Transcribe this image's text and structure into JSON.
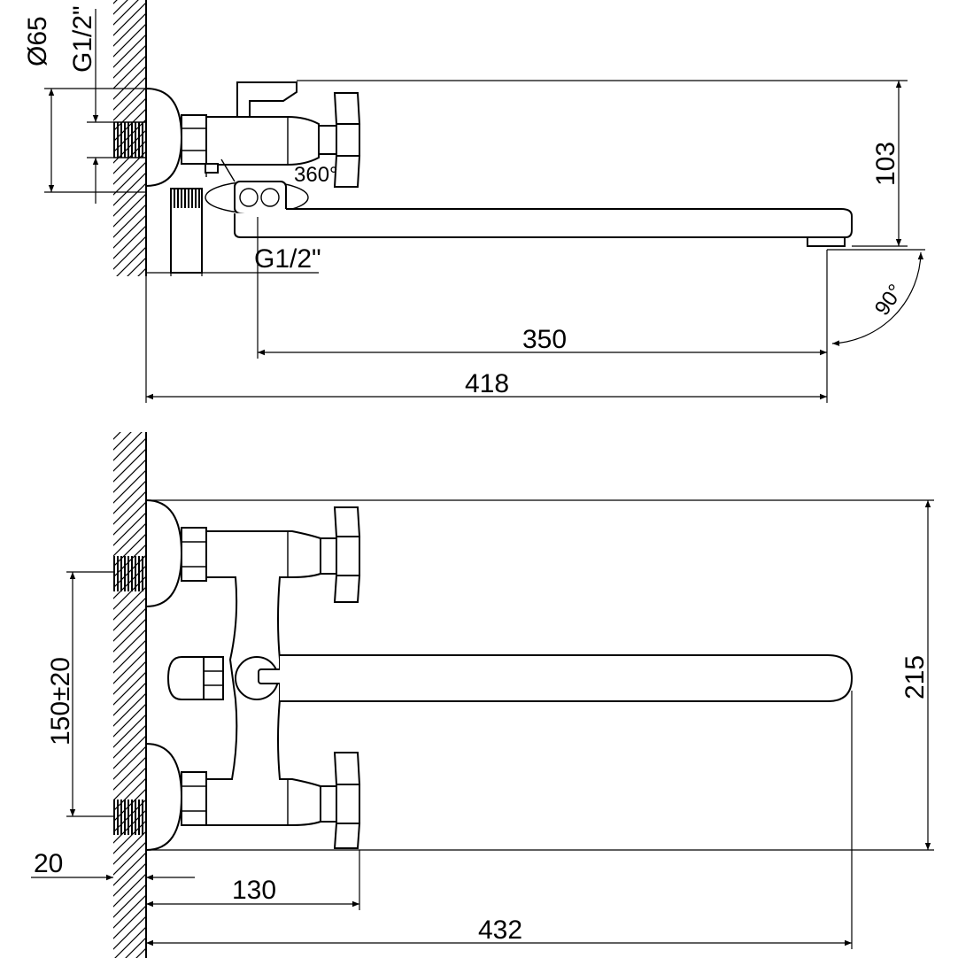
{
  "top_view": {
    "dimensions": {
      "diameter": "Ø65",
      "thread_wall": "G1/2\"",
      "thread_bottom": "G1/2\"",
      "swivel": "360°",
      "height": "103",
      "spout_reach": "350",
      "total_length": "418",
      "angle": "90°"
    }
  },
  "front_view": {
    "dimensions": {
      "center_distance": "150±20",
      "height": "215",
      "wall_offset": "20",
      "body_depth": "130",
      "total_length": "432"
    }
  }
}
